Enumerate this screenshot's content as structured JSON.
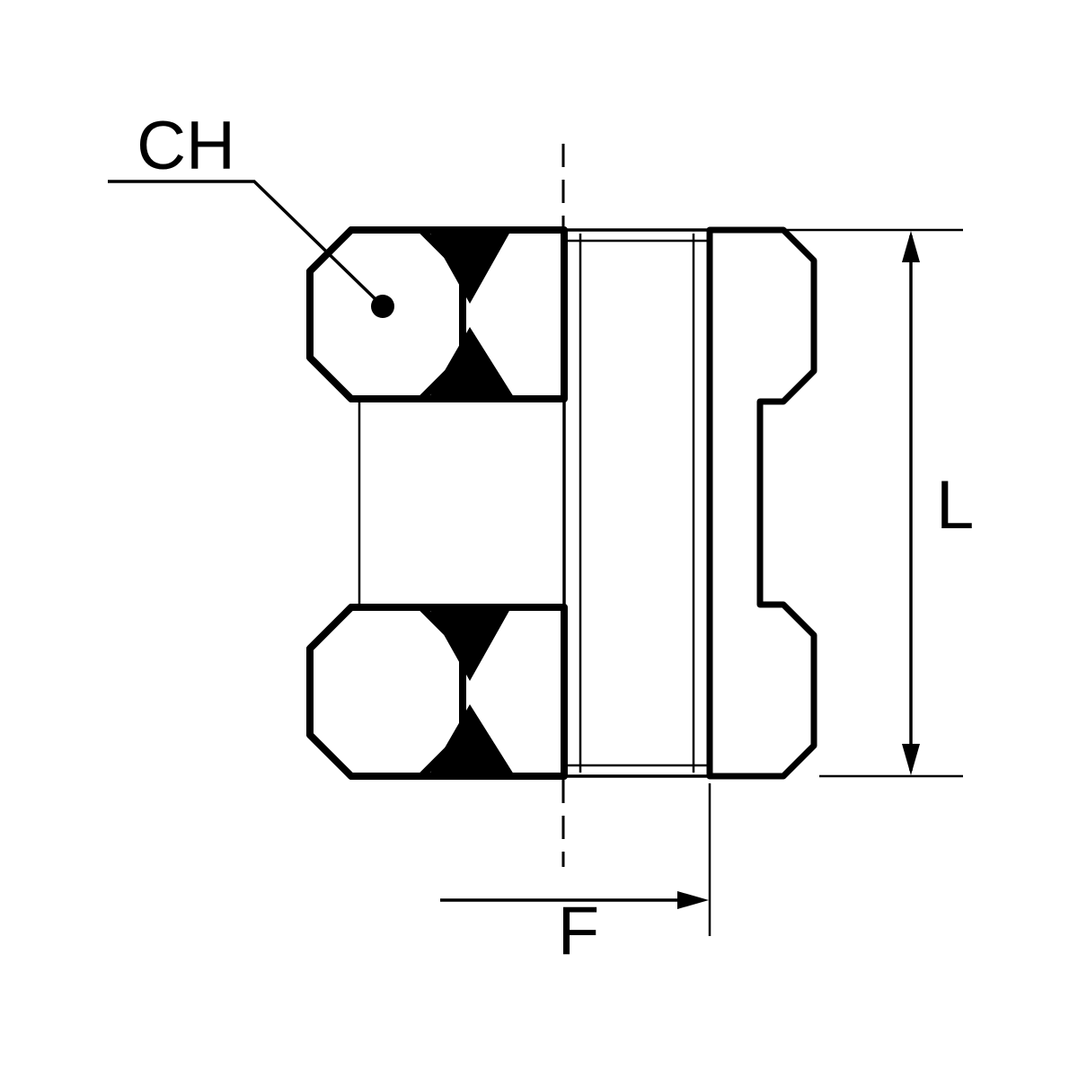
{
  "colors": {
    "line": "#000000",
    "background": "#ffffff",
    "shading_fill": "#000000"
  },
  "diagram": {
    "kind": "technical-drawing",
    "labels": {
      "hex_wrench_size": "CH",
      "overall_length": "L",
      "thread_length": "F"
    }
  }
}
